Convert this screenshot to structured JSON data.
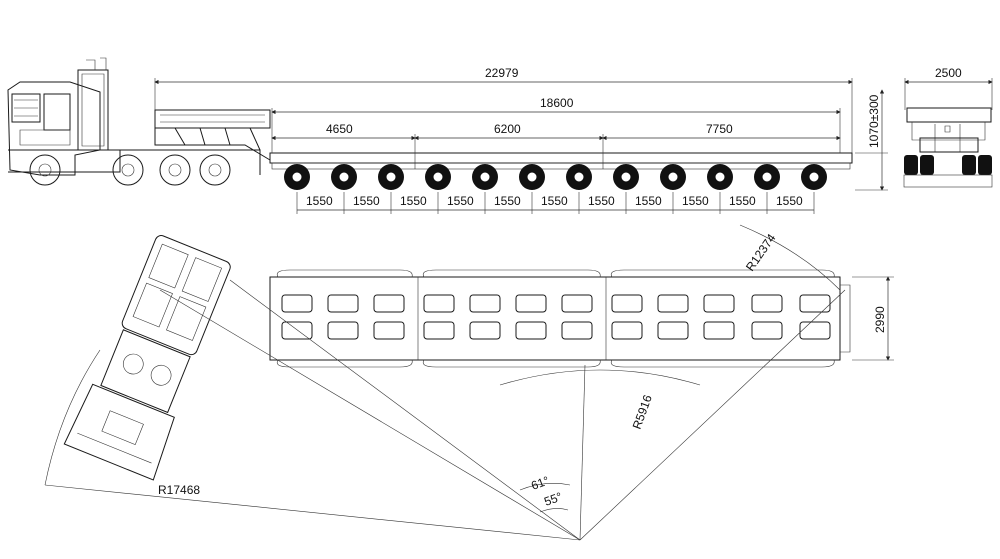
{
  "side_view": {
    "overall_length": "22979",
    "deck_length": "18600",
    "segment_1": "4650",
    "segment_2": "6200",
    "segment_3": "7750",
    "deck_height": "1070±300",
    "axle_spacings": [
      "1550",
      "1550",
      "1550",
      "1550",
      "1550",
      "1550",
      "1550",
      "1550",
      "1550",
      "1550",
      "1550"
    ]
  },
  "rear_view": {
    "width": "2500"
  },
  "top_view": {
    "deck_width": "2990",
    "radius_outer_front": "R12374",
    "radius_inner": "R5916",
    "radius_tractor": "R17468",
    "angle_1": "61°",
    "angle_2": "55°"
  }
}
